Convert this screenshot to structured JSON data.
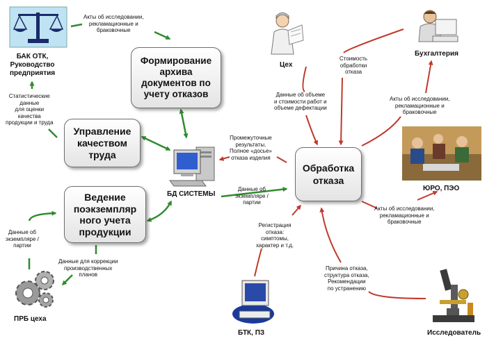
{
  "boxes": {
    "archive": [
      "Формирование",
      "архива",
      "документов по",
      "учету отказов"
    ],
    "quality": [
      "Управление",
      "качеством",
      "труда"
    ],
    "tracking": [
      "Ведение",
      "поэкземпляр",
      "ного учета",
      "продукции"
    ],
    "failure": [
      "Обработка",
      "отказа"
    ]
  },
  "nodes": {
    "bak": [
      "БАК ОТК,",
      "Руководство",
      "предприятия"
    ],
    "ceh": [
      "Цех"
    ],
    "buh": [
      "Бухгалтерия"
    ],
    "db": [
      "БД СИСТЕМЫ"
    ],
    "yuro": [
      "ЮРО, ПЭО"
    ],
    "prb": [
      "ПРБ цеха"
    ],
    "btk": [
      "БТК, ПЗ"
    ],
    "research": [
      "Исследователь"
    ]
  },
  "labels": {
    "acts_top": [
      "Акты об исследовании,",
      "рекламационные и",
      "браковочные"
    ],
    "stats": [
      "Статистические",
      "данные",
      "для оценки",
      "качества",
      "продукции и труда"
    ],
    "ceh_data": [
      "Данные об объеме",
      "и стоимости работ и",
      "объеме дефектации"
    ],
    "cost": [
      "Стоимость",
      "обработки",
      "отказа"
    ],
    "acts_buh": [
      "Акты об исследовании,",
      "рекламационные и",
      "браковочные"
    ],
    "interim": [
      "Промежуточные",
      "результаты.",
      "Полное «досье»",
      "отказа изделия"
    ],
    "instance_data": [
      "Данные об",
      "экземпляре /",
      "партии"
    ],
    "acts_yuro": [
      "Акты об исследовании,",
      "рекламационные и",
      "браковочные"
    ],
    "registration": [
      "Регистрация",
      "отказа:",
      "симптомы,",
      "характер и т.д."
    ],
    "cause": [
      "Причина отказа,",
      "структура отказа,",
      "Рекомендации",
      "по устранению"
    ],
    "instance_left": [
      "Данные об",
      "экземпляре /",
      "партии"
    ],
    "correction": [
      "Данные для коррекции",
      "производственных",
      "планов"
    ]
  },
  "colors": {
    "green_arrow": "#2e8b2e",
    "red_arrow": "#c0392b",
    "box_border": "#6d6d6d"
  }
}
